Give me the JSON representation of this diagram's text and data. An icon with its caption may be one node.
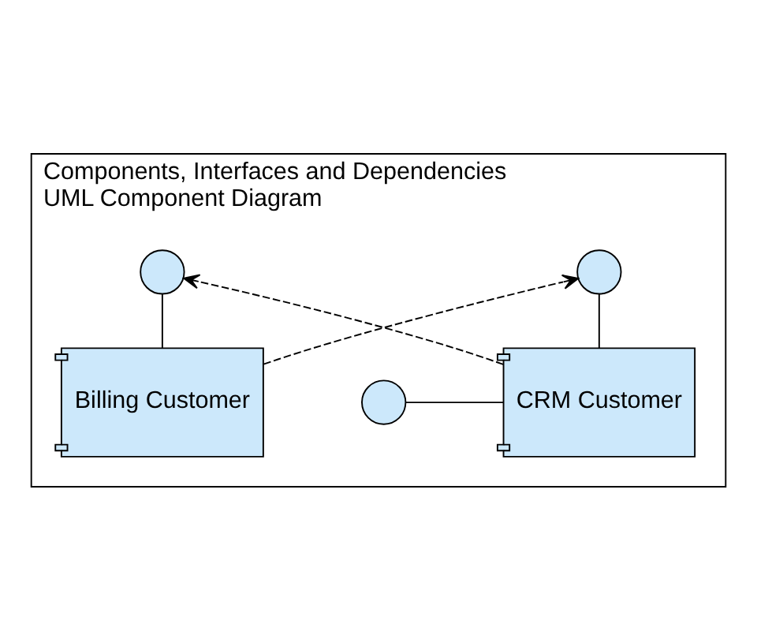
{
  "diagram": {
    "nodes": [
      {
        "text": [
          "Components, Interfaces and Dependencies",
          "UML Component Diagram"
        ]
      },
      {
        "text": [],
        "shape": "circle",
        "in": 0
      },
      {
        "text": [],
        "shape": "circle",
        "in": 0
      },
      {
        "text": [],
        "shape": "circle",
        "in": 0
      },
      {
        "text": [
          "CRM Customer"
        ],
        "in": 0
      },
      {
        "text": [
          "Billing Customer"
        ],
        "in": 0
      }
    ],
    "edges": [
      {
        "from": 3,
        "to": 4,
        "arrow": "none"
      },
      {
        "from": 4,
        "to": 1,
        "arrow": "none"
      },
      {
        "from": 5,
        "to": 2,
        "arrow": "none"
      },
      {
        "from": 4,
        "to": 2,
        "arrow": "to",
        "style": "dashed"
      },
      {
        "from": 5,
        "to": 1,
        "arrow": "to",
        "style": "dashed"
      }
    ]
  }
}
